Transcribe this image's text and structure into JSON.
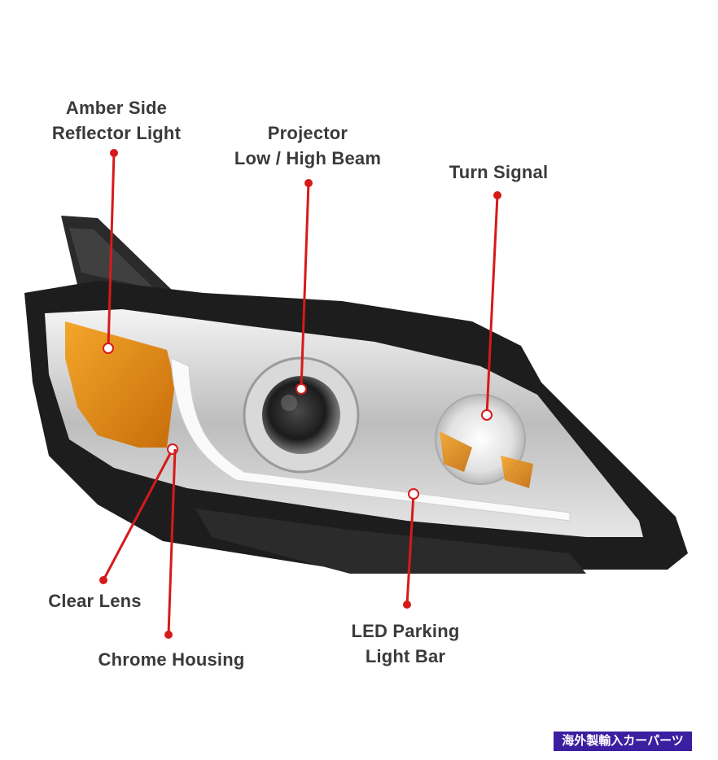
{
  "labels": {
    "amber_side_reflector": [
      "Amber Side",
      "Reflector Light"
    ],
    "projector": [
      "Projector",
      "Low / High Beam"
    ],
    "turn_signal": "Turn Signal",
    "clear_lens": "Clear Lens",
    "chrome_housing": "Chrome Housing",
    "led_parking": [
      "LED Parking",
      "Light Bar"
    ]
  },
  "watermark": "海外製輸入カーパーツ",
  "colors": {
    "callout": "#d61a1a",
    "label_text": "#3a3a3a",
    "watermark_bg": "#3b1fa0",
    "amber": "#e58a12"
  }
}
